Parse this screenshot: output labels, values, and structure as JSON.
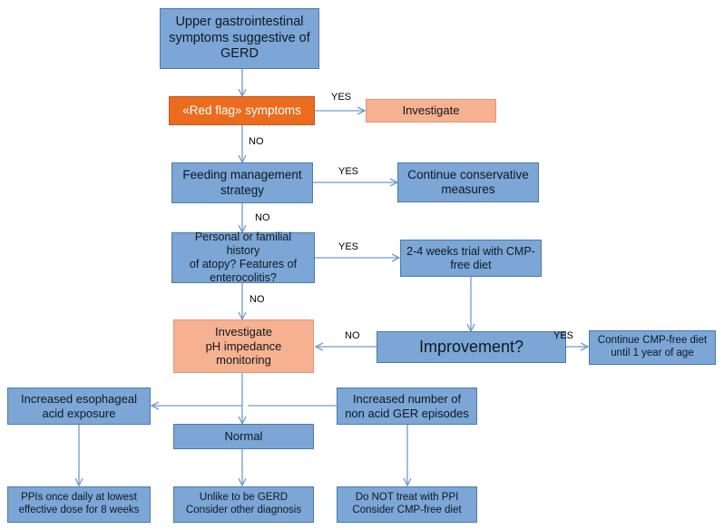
{
  "nodes": {
    "upper_gi": "Upper gastrointestinal\nsymptoms suggestive of\nGERD",
    "red_flag": "«Red flag» symptoms",
    "investigate": "Investigate",
    "feeding": "Feeding management\nstrategy",
    "continue_conservative": "Continue conservative\nmeasures",
    "atopy": "Personal or familial history\nof atopy? Features of\nenterocolitis?",
    "trial": "2-4 weeks trial with CMP-\nfree diet",
    "investigate_ph": "Investigate\npH impedance\nmonitoring",
    "improvement": "Improvement?",
    "continue_cmp": "Continue CMP-free diet\nuntil 1 year of age",
    "increased_acid": "Increased esophageal\nacid exposure",
    "increased_nonacid": "Increased number of\nnon acid GER episodes",
    "normal": "Normal",
    "ppis": "PPIs once daily at lowest\neffective dose for 8 weeks",
    "unlike_gerd": "Unlike to be GERD\nConsider other diagnosis",
    "do_not_treat": "Do NOT treat with PPI\nConsider CMP-free diet"
  },
  "edge_labels": {
    "red_yes": "YES",
    "red_no": "NO",
    "feed_yes": "YES",
    "feed_no": "NO",
    "atopy_yes": "YES",
    "atopy_no": "NO",
    "impr_no": "NO",
    "impr_yes": "YES"
  },
  "colors": {
    "box_fill": "#7ba6d6",
    "red_flag_fill": "#ec6c1f",
    "investigate_fill": "#f6b190",
    "arrow": "#6f9bd0"
  }
}
